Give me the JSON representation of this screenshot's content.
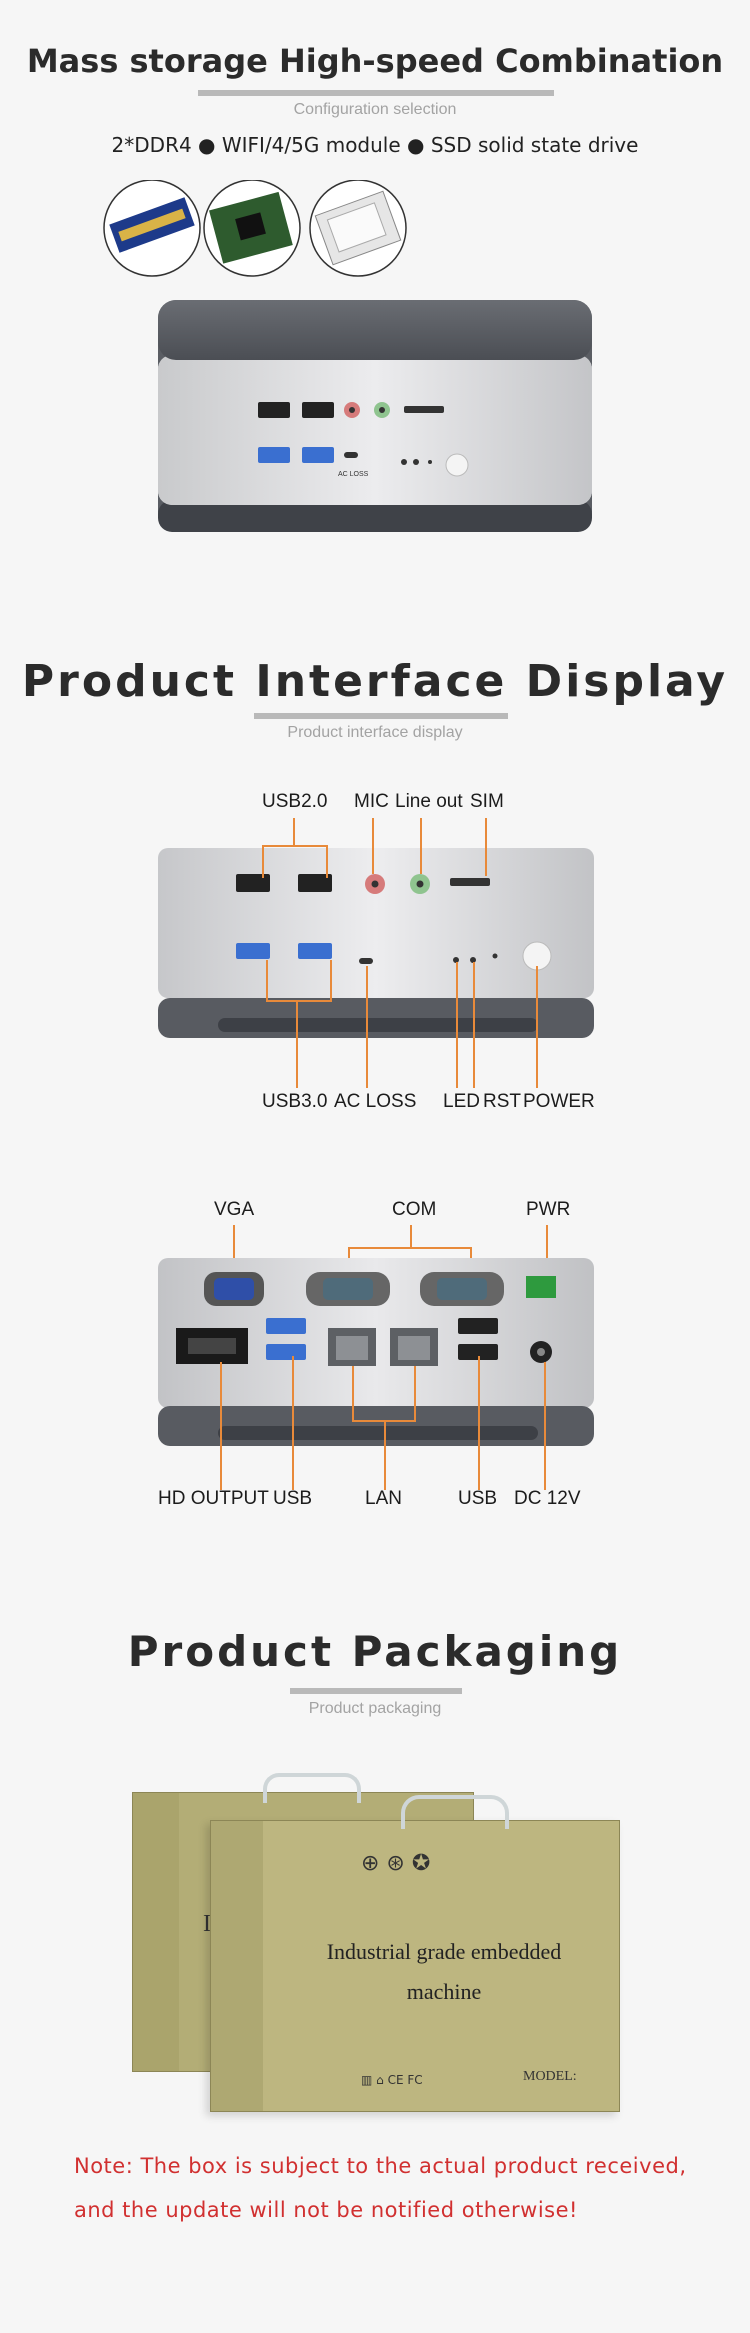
{
  "section1": {
    "title": "Mass storage High-speed Combination",
    "subtitle": "Configuration selection",
    "features": "2*DDR4 ● WIFI/4/5G module ● SSD solid state drive",
    "front_marks": {
      "ac_loss": "AC LOSS"
    }
  },
  "section2": {
    "title": "Product Interface Display",
    "subtitle": "Product interface display",
    "top_labels": {
      "usb2": "USB2.0",
      "mic": "MIC",
      "lineout": "Line out",
      "sim": "SIM"
    },
    "bottom_labels": {
      "usb3": "USB3.0",
      "acloss": "AC LOSS",
      "led": "LED",
      "rst": "RST",
      "power": "POWER"
    }
  },
  "section3": {
    "top_labels": {
      "vga": "VGA",
      "com": "COM",
      "pwr": "PWR"
    },
    "bottom_labels": {
      "hd": "HD OUTPUT",
      "usb_a": "USB",
      "lan": "LAN",
      "usb_b": "USB",
      "dc": "DC 12V"
    }
  },
  "section4": {
    "title": "Product Packaging",
    "subtitle": "Product packaging",
    "box_text_line1": "Industrial grade embedded",
    "box_text_line2": "machine",
    "box_model": "MODEL:",
    "box_back_letter": "I"
  },
  "note": {
    "line1": "Note: The box is subject to the actual product received,",
    "line2": "and the update will not be notified otherwise!"
  },
  "colors": {
    "accent_orange": "#e88a3a",
    "note_red": "#d13030",
    "box_olive": "#b9b27c",
    "usb3_blue": "#3a6fd0"
  }
}
